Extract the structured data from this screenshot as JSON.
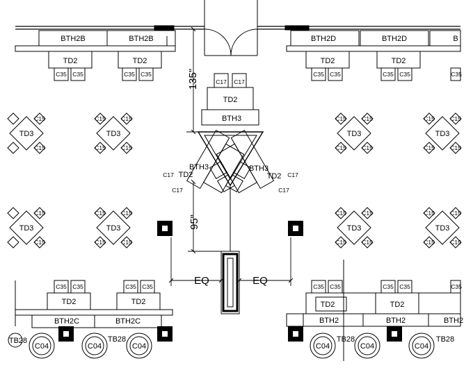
{
  "labels": {
    "bth2b": "BTH2B",
    "bth2d": "BTH2D",
    "bth2c": "BTH2C",
    "bth2": "BTH2",
    "bth3": "BTH3",
    "td2": "TD2",
    "td3": "TD3",
    "c35": "C35",
    "c17": "C17",
    "c15": "C15",
    "c04": "C04",
    "tb28": "TB28",
    "b_cut": "B"
  },
  "dimensions": {
    "top_clearance": "135\"",
    "mid_clearance": "95\"",
    "eq": "EQ"
  }
}
